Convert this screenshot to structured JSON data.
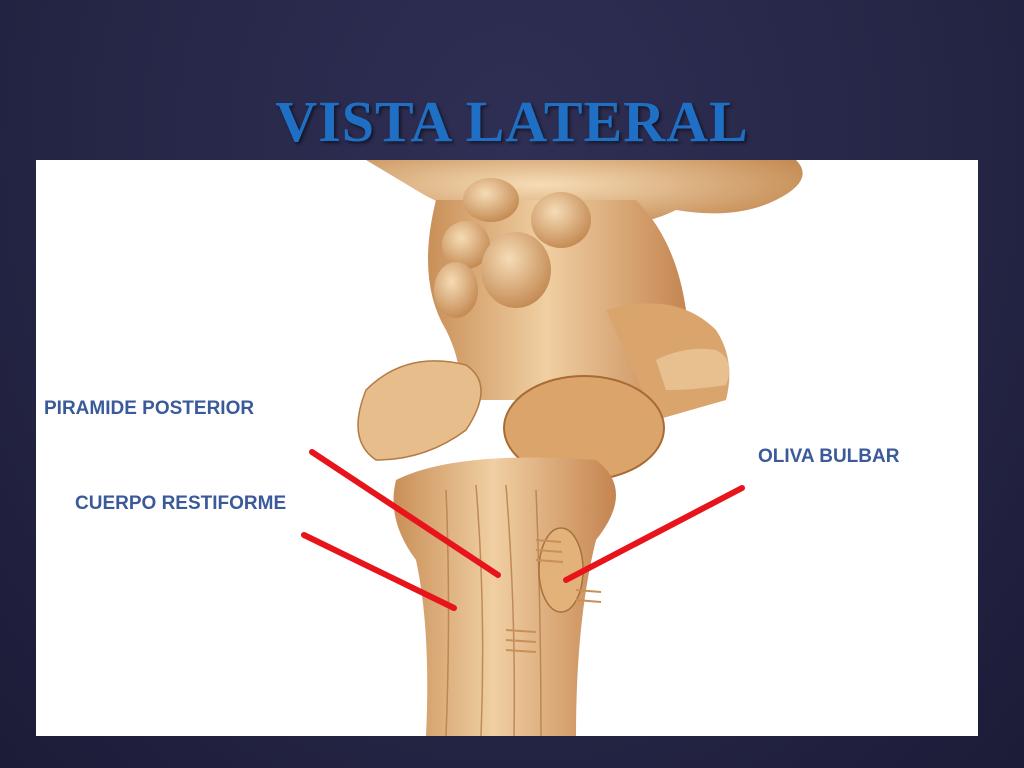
{
  "slide": {
    "title": "VISTA LATERAL"
  },
  "labels": {
    "piramide": "PIRAMIDE POSTERIOR",
    "cuerpo": "CUERPO RESTIFORME",
    "oliva": "OLIVA BULBAR"
  },
  "colors": {
    "title": "#1f6fc4",
    "label_text": "#3b5a9a",
    "pointer_lines": "#e8141b",
    "tissue": "#e2b582"
  }
}
